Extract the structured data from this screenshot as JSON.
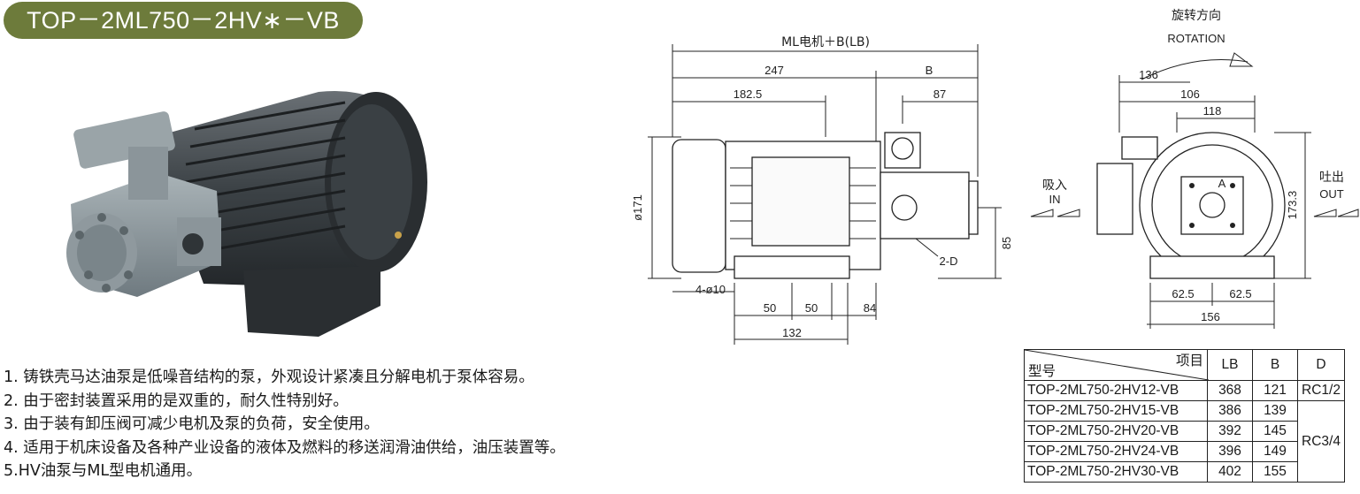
{
  "title": "TOP－2ML750－2HV∗－VB",
  "features": [
    "1. 铸铁壳马达油泵是低噪音结构的泵，外观设计紧凑且分解电机于泵体容易。",
    "2. 由于密封装置采用的是双重的，耐久性特别好。",
    "3. 由于装有卸压阀可减少电机及泵的负荷，安全使用。",
    "4. 适用于机床设备及各种产业设备的液体及燃料的移送润滑油供给，油压装置等。",
    "5.HV油泵与ML型电机通用。"
  ],
  "side_view": {
    "total_label": "ML电机＋B(LB)",
    "dim_247": "247",
    "dim_b": "B",
    "dim_182_5": "182.5",
    "dim_87": "87",
    "dim_dia171": "ø171",
    "dim_85": "85",
    "dim_2d": "2-D",
    "dim_4dia10": "4-ø10",
    "dim_50a": "50",
    "dim_50b": "50",
    "dim_84": "84",
    "dim_132": "132"
  },
  "front_view": {
    "rotation_cn": "旋转方向",
    "rotation_en": "ROTATION",
    "dim_136": "136",
    "dim_106": "106",
    "dim_118": "118",
    "in_cn": "吸入",
    "in_en": "IN",
    "out_cn": "吐出",
    "out_en": "OUT",
    "dim_173_3": "173.3",
    "dim_62_5a": "62.5",
    "dim_62_5b": "62.5",
    "dim_156": "156",
    "marker_a": "A"
  },
  "spec_table": {
    "header_item": "项目",
    "header_model": "型号",
    "col_lb": "LB",
    "col_b": "B",
    "col_d": "D",
    "rows": [
      {
        "model": "TOP-2ML750-2HV12-VB",
        "lb": "368",
        "b": "121"
      },
      {
        "model": "TOP-2ML750-2HV15-VB",
        "lb": "386",
        "b": "139"
      },
      {
        "model": "TOP-2ML750-2HV20-VB",
        "lb": "392",
        "b": "145"
      },
      {
        "model": "TOP-2ML750-2HV24-VB",
        "lb": "396",
        "b": "149"
      },
      {
        "model": "TOP-2ML750-2HV30-VB",
        "lb": "402",
        "b": "155"
      }
    ],
    "d_first": "RC1/2",
    "d_rest": "RC3/4"
  }
}
